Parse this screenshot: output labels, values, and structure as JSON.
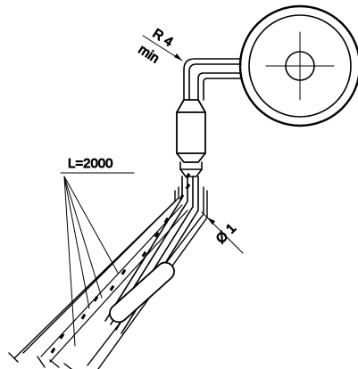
{
  "diagram": {
    "labels": {
      "bend_radius": "R 4",
      "bend_radius_qualifier": "min",
      "length": "L=2000",
      "diameter": "Ø 1"
    },
    "colors": {
      "line": "#000000",
      "background": "#ffffff"
    }
  }
}
